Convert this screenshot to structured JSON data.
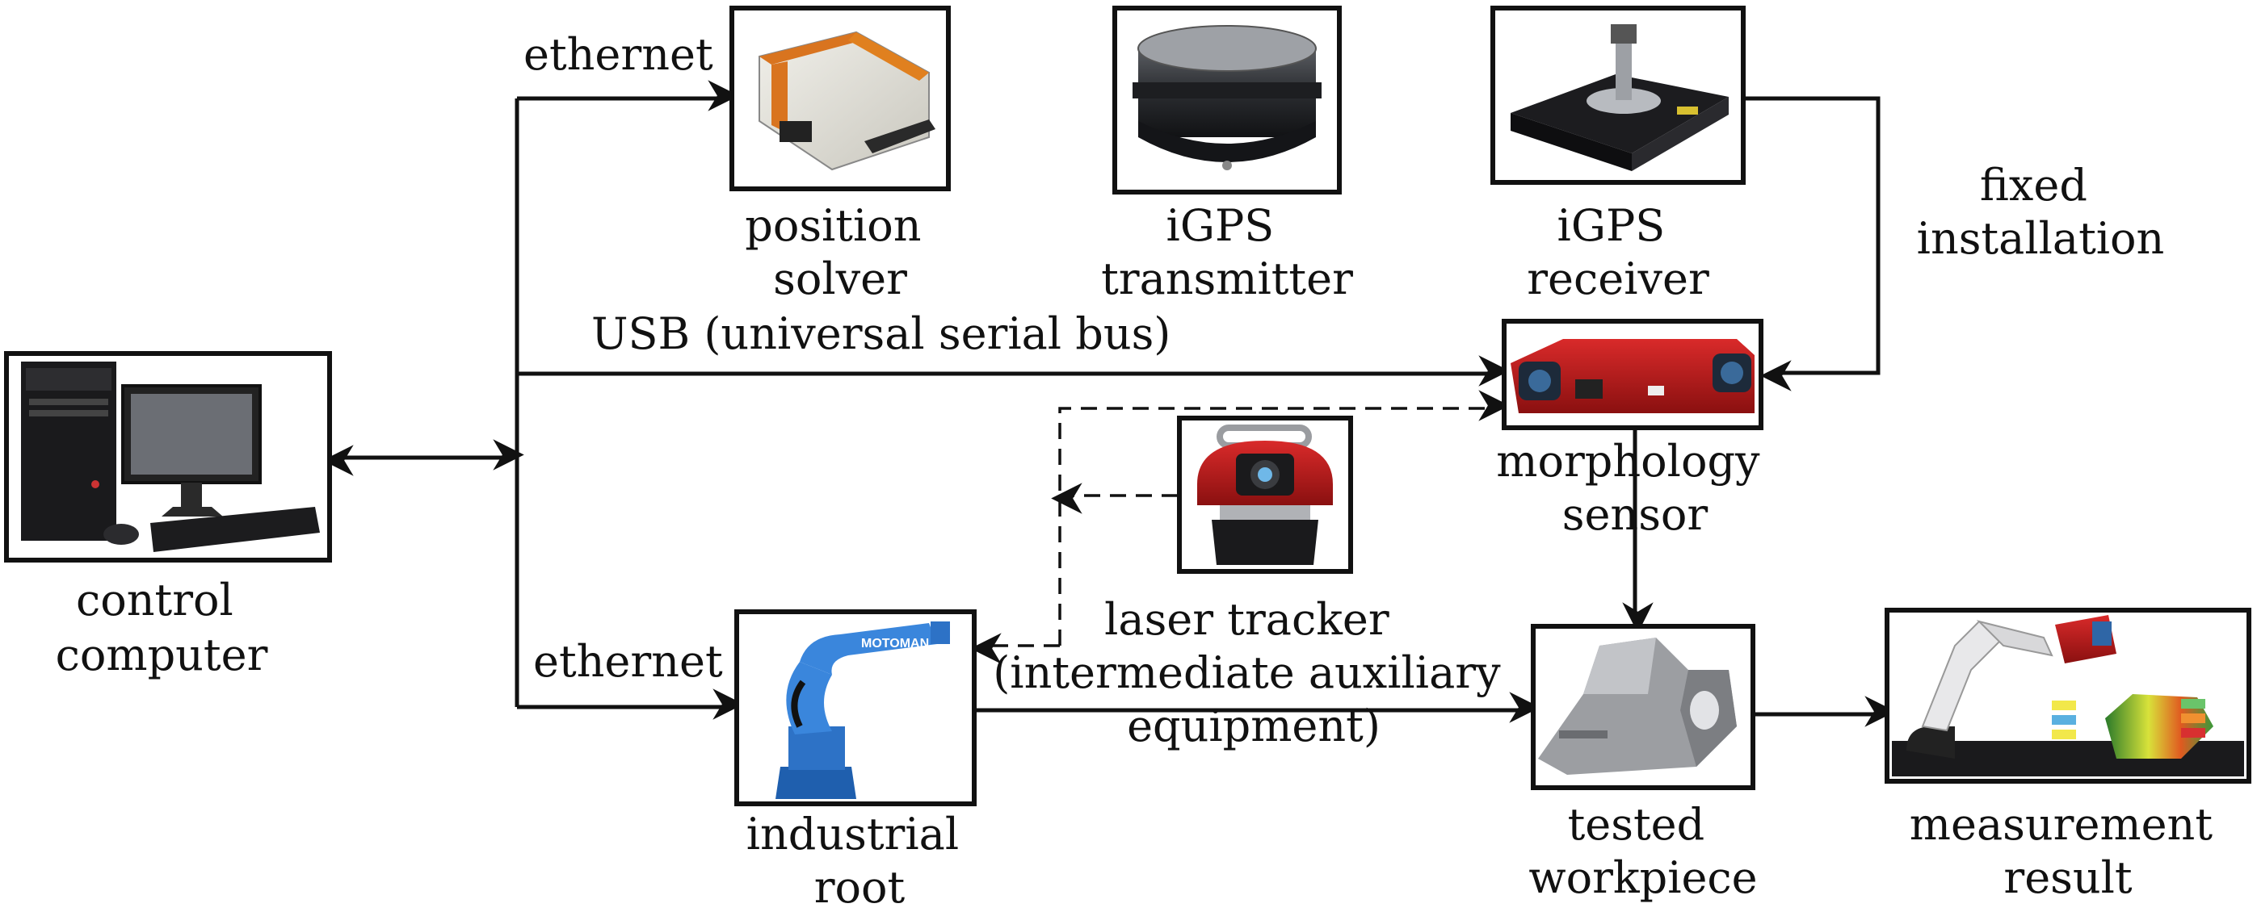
{
  "labels": {
    "position_solver": [
      "position",
      "solver"
    ],
    "igps_transmitter": [
      "iGPS",
      "transmitter"
    ],
    "igps_receiver": [
      "iGPS",
      "receiver"
    ],
    "fixed_installation": [
      "fixed",
      "installation"
    ],
    "control_computer": [
      "control",
      "computer"
    ],
    "morphology_sensor": [
      "morphology",
      "sensor"
    ],
    "laser_tracker": [
      "laser tracker",
      "(intermediate auxiliary",
      "equipment)"
    ],
    "industrial_root": [
      "industrial",
      "root"
    ],
    "tested_workpiece": [
      "tested",
      "workpiece"
    ],
    "measurement_result": [
      "measurement",
      "result"
    ]
  },
  "connections": {
    "ethernet_top": "ethernet",
    "ethernet_bottom": "ethernet",
    "usb": "USB (universal serial bus)"
  },
  "robot_brand": "MOTOMAN"
}
